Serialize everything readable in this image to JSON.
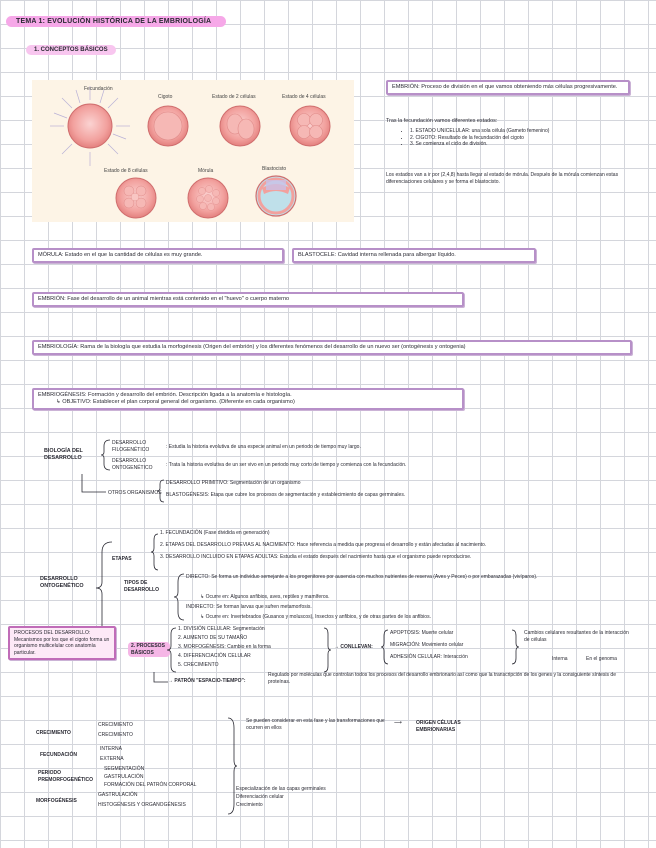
{
  "title": "TEMA 1: EVOLUCIÓN HISTÓRICA DE LA EMBRIOLOGÍA",
  "subtitle": "1. CONCEPTOS BÁSICOS",
  "figure": {
    "labels": [
      "Fecundación",
      "Cigoto",
      "Estado de 2 células",
      "Estado de 4 células",
      "Estado de 8 células",
      "Mórula",
      "Blastocisto"
    ]
  },
  "embrion_box": "EMBRIÓN: Proceso de división en el que vamos obteniendo más células progresivamente.",
  "fecundacion": {
    "intro": "Tras la fecundación vamos diferentes estados:",
    "items": [
      "1. ESTADO UNICELULAR: una sola célula (Gameto femenino)",
      "2. CIGOTO: Resultado de la fecundación del cigoto",
      "3. Se comienza el ciclo de división."
    ],
    "note": "Los estados van a ir por (2,4,8) hasta llegar al estado de mórula. Después de la mórula comienzan estas diferenciaciones celulares y se forma el blastocisto."
  },
  "morula_box": "MÓRULA: Estado en el que la cantidad de células es muy grande.",
  "blastocele_box": "BLASTOCELE: Cavidad interna rellenada para albergar líquido.",
  "embrion_def_box": "EMBRIÓN: Fase del desarrollo de un animal mientras está contenido en el \"huevo\" o cuerpo materno",
  "embriologia_box": "EMBRIOLOGÍA: Rama de la biología que estudia la morfogénesis (Origen del embrión) y los diferentes fenómenos del desarrollo de un nuevo ser (ontogénesis y ontogenia)",
  "embriogenesis_box": {
    "line1": "EMBRIOGÉNESIS: Formación y desarrollo del embrión. Descripción ligada a la anatomía e histología.",
    "line2": "↳ OBJETIVO: Establecer el plan corporal general del organismo. (Diferente en cada organismo)"
  },
  "biologia": {
    "label": "BIOLOGÍA DEL DESARROLLO",
    "filo_label": "DESARROLLO FILOGENÉTICO",
    "filo_text": ": Estudia la historia evolutiva de una especie animal en un periodo de tiempo muy largo.",
    "onto_label": "DESARROLLO ONTOGENÉTICO",
    "onto_text": ": Trata la historia evolutiva de un ser vivo en un periodo muy corto de tiempo y comienza con la fecundación.",
    "otros_label": "OTROS ORGANISMOS",
    "otros_items": [
      "DESARROLLO PRIMITIVO: Segmentación de un organismo",
      "BLASTOGÉNESIS: Etapa que cubre los procesos de segmentación y establecimiento de capas germinales."
    ]
  },
  "ontogenetico": {
    "label": "DESARROLLO ONTOGENÉTICO",
    "etapas_label": "ETAPAS",
    "etapas": [
      "1. FECUNDACIÓN (Fase dividida en generación)",
      "2. ETAPAS DEL DESARROLLO PREVIAS AL NACIMIENTO: Hace referencia a medida que progresa el desarrollo y están afectadas al nacimiento.",
      "3. DESARROLLO INCLUIDO EN ETAPAS ADULTAS: Estudia el estado después del nacimiento hasta que el organismo puede reproducirse."
    ],
    "tipos_label": "TIPOS DE DESARROLLO",
    "directo": "DIRECTO: Se forma un individuo semejante a los progenitores por ausencia con muchos nutrientes de reserva (Aves y Peces) o por embarazadas (vivíparos).",
    "directo_sub": "↳ Ocurre en: Algunos anfibios, aves, reptiles y mamíferos.",
    "indirecto": "INDIRECTO: Se forman larvas que sufren metamorfosis.",
    "indirecto_sub": "↳ Ocurre en: Invertebrados (Gusanos y moluscos), Insectos y anfibios, y de otras partes de los anfibios.",
    "procesos_label": "2. PROCESOS BÁSICOS",
    "procesos": [
      "1. DIVISIÓN CELULAR: Segmentación",
      "2. AUMENTO DE SU TAMAÑO",
      "3. MORFOGÉNESIS: Cambio en la forma",
      "4. DIFERENCIACIÓN CELULAR",
      "5. CRECIMIENTO"
    ],
    "conllevan": "→ CONLLEVAN:",
    "conllevan_items": [
      "APOPTOSIS: Muerte celular",
      "MIGRACIÓN: Movimiento celular",
      "ADHESIÓN CELULAR: Interacción"
    ],
    "cambios": "Cambios celulares resultantes de la interacción de células",
    "cambios_a": "Interna",
    "cambios_b": "En el genoma",
    "patron": "→ PATRÓN \"ESPACIO-TIEMPO\":",
    "patron_text": "Regulado por moléculas que controlan todos los procesos del desarrollo embrionario así como que la transcripción de los genes y la consiguiente síntesis de proteínas."
  },
  "procesos_note": "PROCESOS DEL DESARROLLO: Mecanismos por los que el cigoto forma un organismo multicelular con anatomía particular.",
  "bottom": {
    "left": [
      {
        "label": "CRECIMIENTO",
        "items": [
          "CRECIMIENTO",
          "CRECIMIENTO"
        ]
      },
      {
        "label": "FECUNDACIÓN",
        "items": [
          "INTERNA",
          "EXTERNA"
        ]
      },
      {
        "label": "PERIODO PREMORFOGENÉTICO",
        "items": [
          "SEGMENTACIÓN",
          "GASTRULACIÓN",
          "FORMACIÓN DEL PATRÓN CORPORAL"
        ]
      },
      {
        "label": "MORFOGÉNESIS",
        "items": [
          "GASTRULACIÓN",
          "HISTOGÉNESIS Y ORGANOGÉNESIS"
        ]
      }
    ],
    "right1": "Se pueden considerar en esta fase y las transformaciones que ocurren en ellos",
    "arrow_target": "ORIGEN CÉLULAS EMBRIONARIAS",
    "right2": [
      "Especialización de las capas germinales",
      "Diferenciación celular",
      "Crecimiento"
    ]
  }
}
